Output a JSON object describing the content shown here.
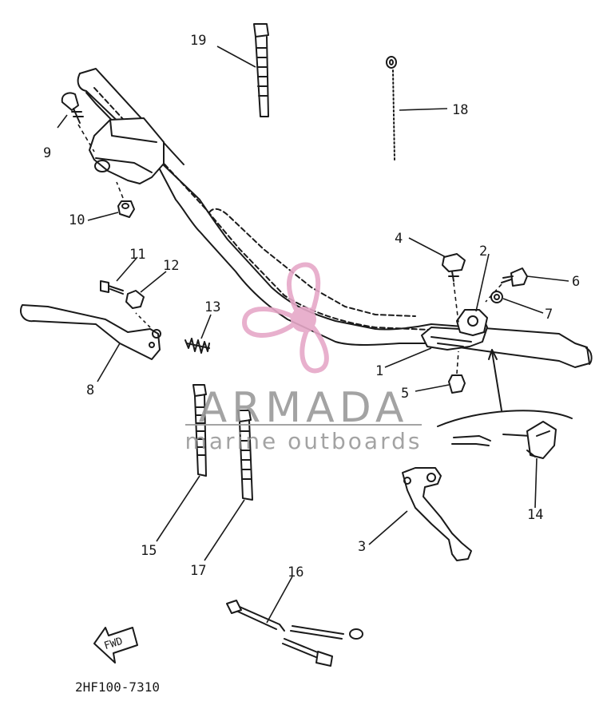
{
  "diagram": {
    "part_labels": [
      "1",
      "2",
      "3",
      "4",
      "5",
      "6",
      "7",
      "8",
      "9",
      "10",
      "11",
      "12",
      "13",
      "14",
      "15",
      "16",
      "17",
      "18",
      "19"
    ],
    "drawing_code": "2HF100-7310",
    "fwd_label": "FWD"
  },
  "watermark": {
    "brand": "ARMADA",
    "tagline": "marine outboards",
    "colors": {
      "pink": "#e6a8c8",
      "gray": "#9a9a9a"
    }
  },
  "colors": {
    "ink": "#1a1a1a",
    "background": "#ffffff"
  }
}
